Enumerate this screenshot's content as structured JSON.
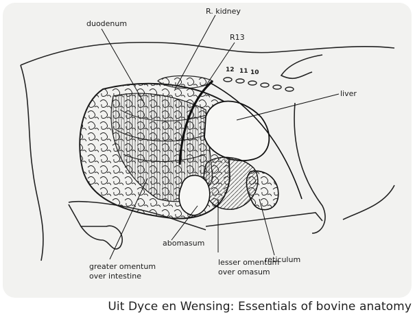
{
  "labels": {
    "duodenum": "duodenum",
    "r_kidney": "R. kidney",
    "r13": "R13",
    "liver": "liver",
    "abomasum": "abomasum",
    "reticulum": "reticulum",
    "greater_omentum_1": "greater omentum",
    "greater_omentum_2": "over intestine",
    "lesser_omentum_1": "lesser omentum",
    "lesser_omentum_2": "over omasum",
    "rib_12": "12",
    "rib_11": "11",
    "rib_10": "10"
  },
  "caption": "Uit Dyce en Wensing: Essentials of bovine anatomy"
}
